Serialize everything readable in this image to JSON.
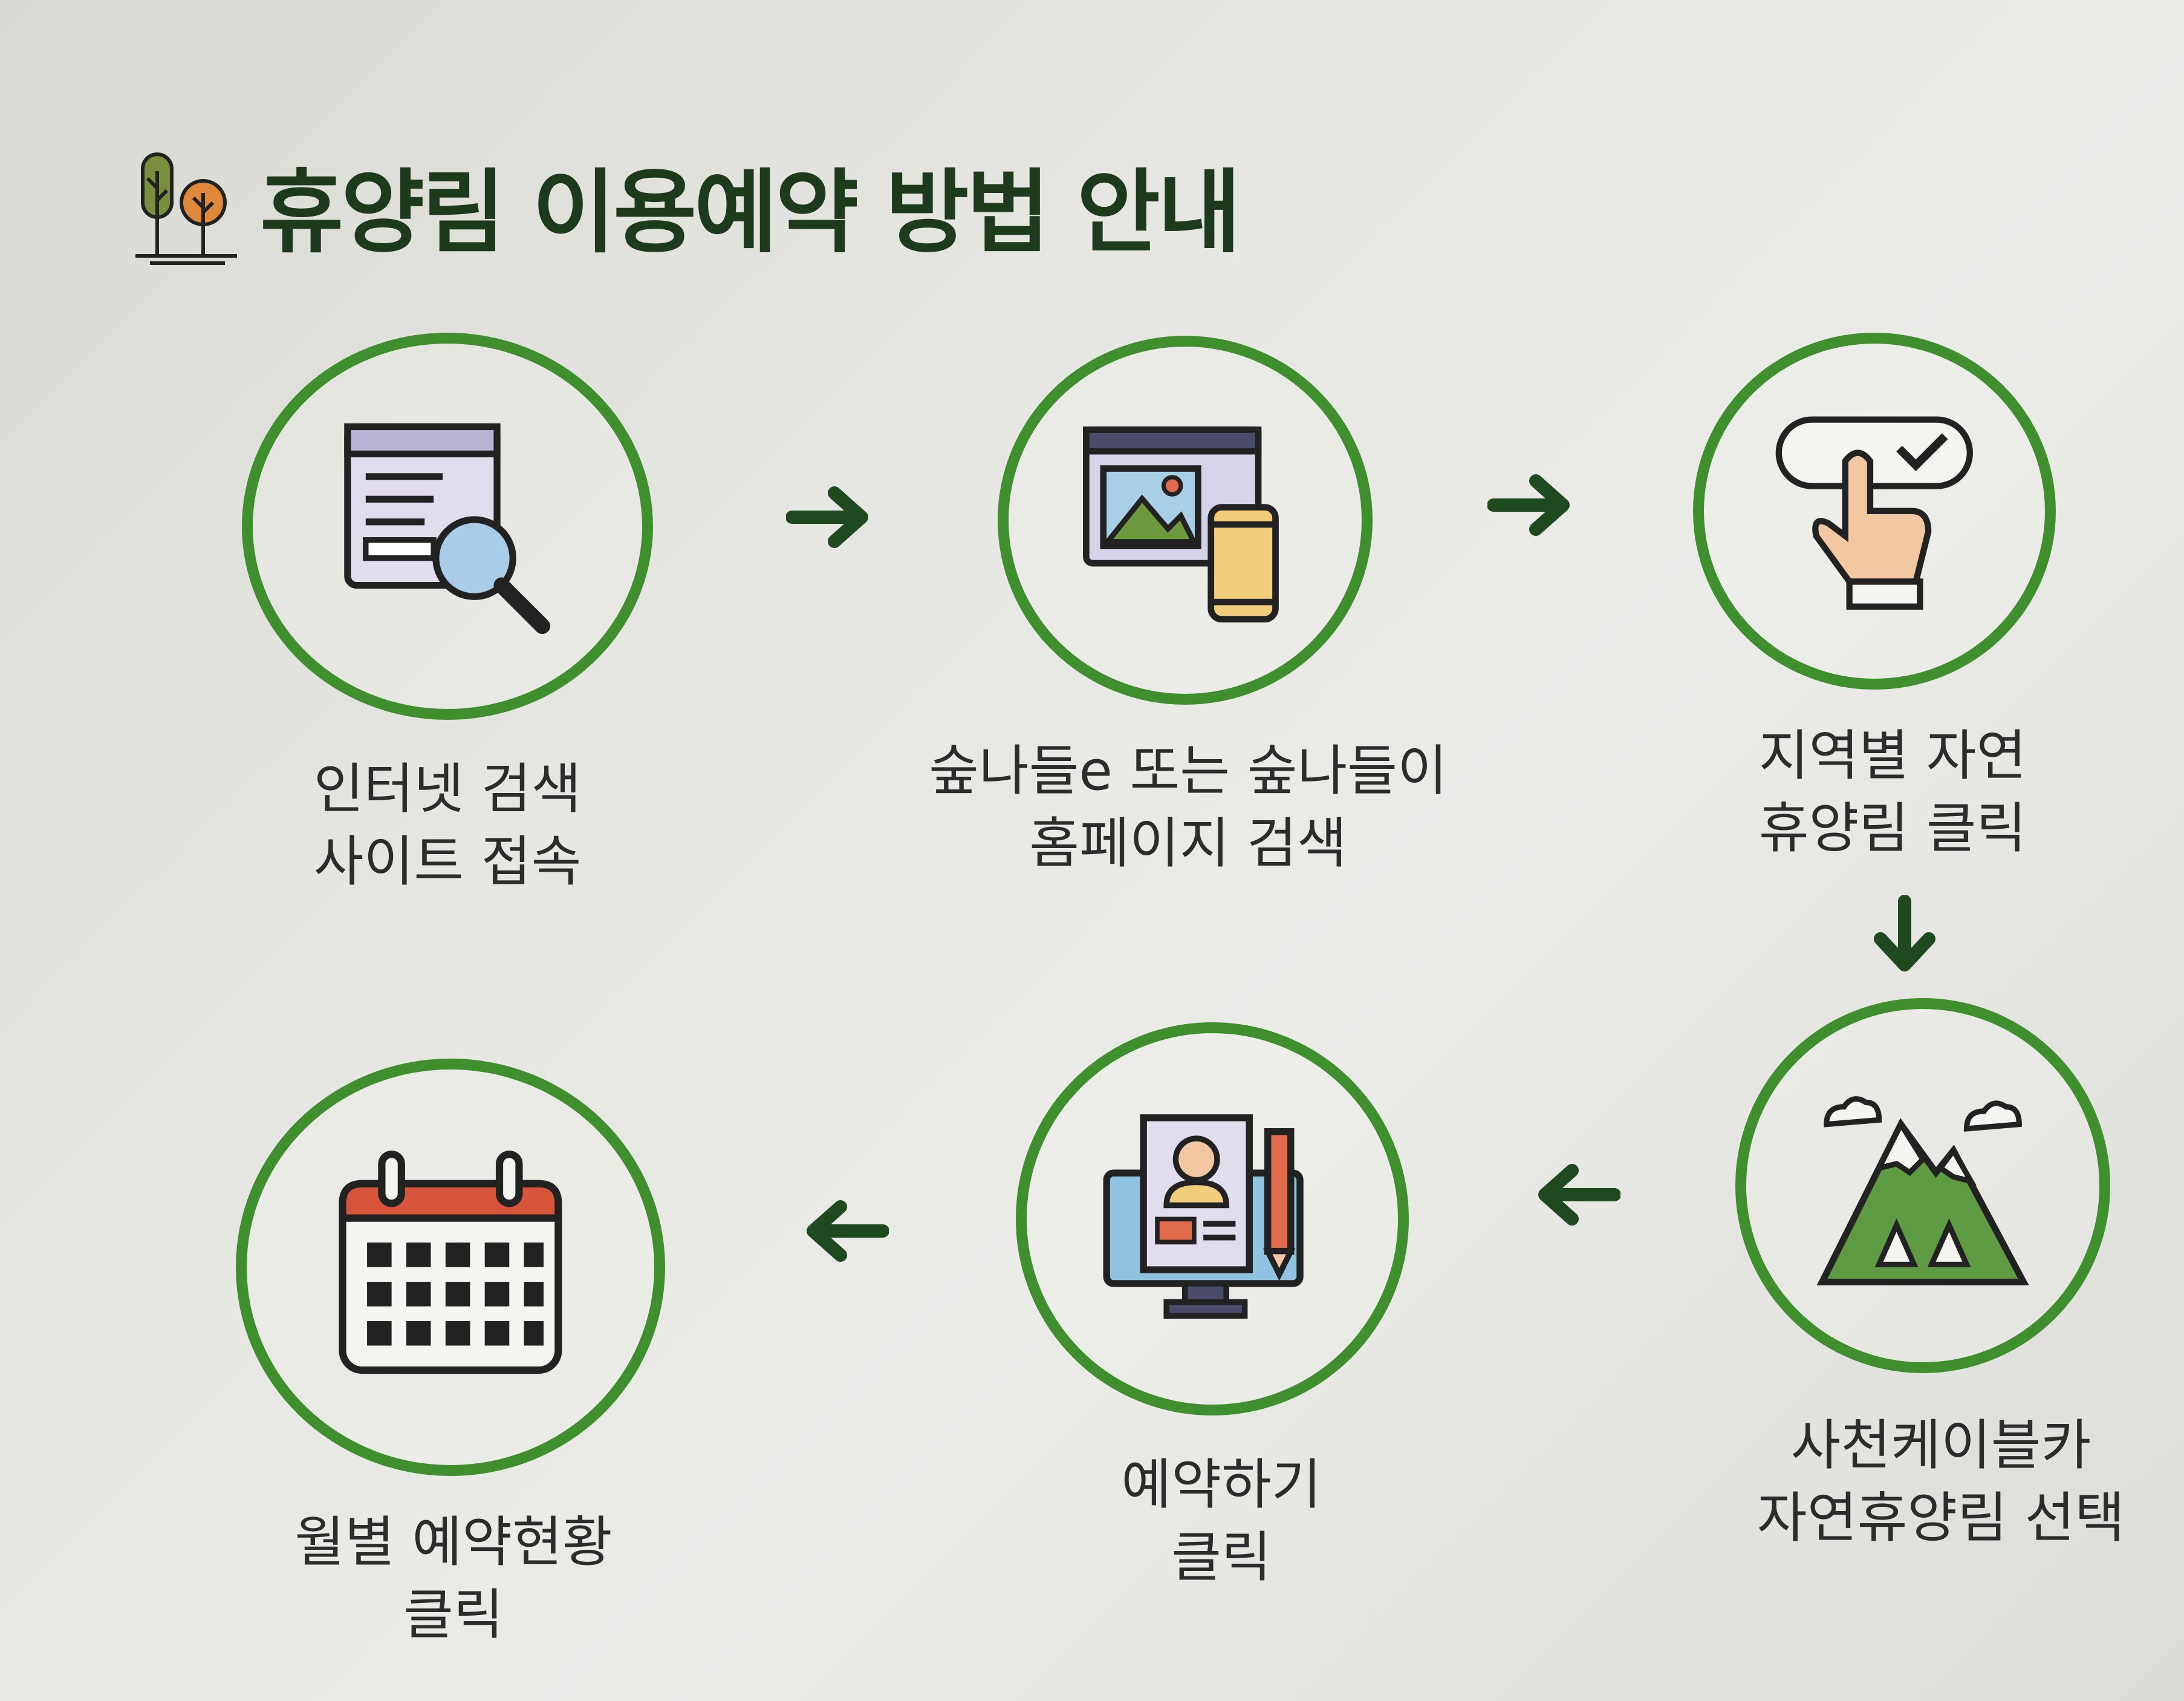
{
  "header": {
    "title": "휴양림 이용예약 방법 안내",
    "icon": "trees-icon"
  },
  "steps": [
    {
      "line1": "인터넷 검색",
      "line2": "사이트 접속",
      "icon": "search-document-icon"
    },
    {
      "line1": "숲나들e 또는 숲나들이",
      "line2": "홈페이지 검색",
      "icon": "web-and-mobile-icon"
    },
    {
      "line1": "지역별 자연",
      "line2": "휴양림 클릭",
      "icon": "click-hand-icon"
    },
    {
      "line1": "사천케이블카",
      "line2": "자연휴양림 선택",
      "icon": "mountain-icon"
    },
    {
      "line1": "예약하기",
      "line2": "클릭",
      "icon": "profile-form-icon"
    },
    {
      "line1": "월별 예약현황",
      "line2": "클릭",
      "icon": "calendar-icon"
    }
  ],
  "colors": {
    "circle": "#3f8f2e",
    "arrow": "#1f4a1f",
    "title": "#1e3a1c"
  }
}
